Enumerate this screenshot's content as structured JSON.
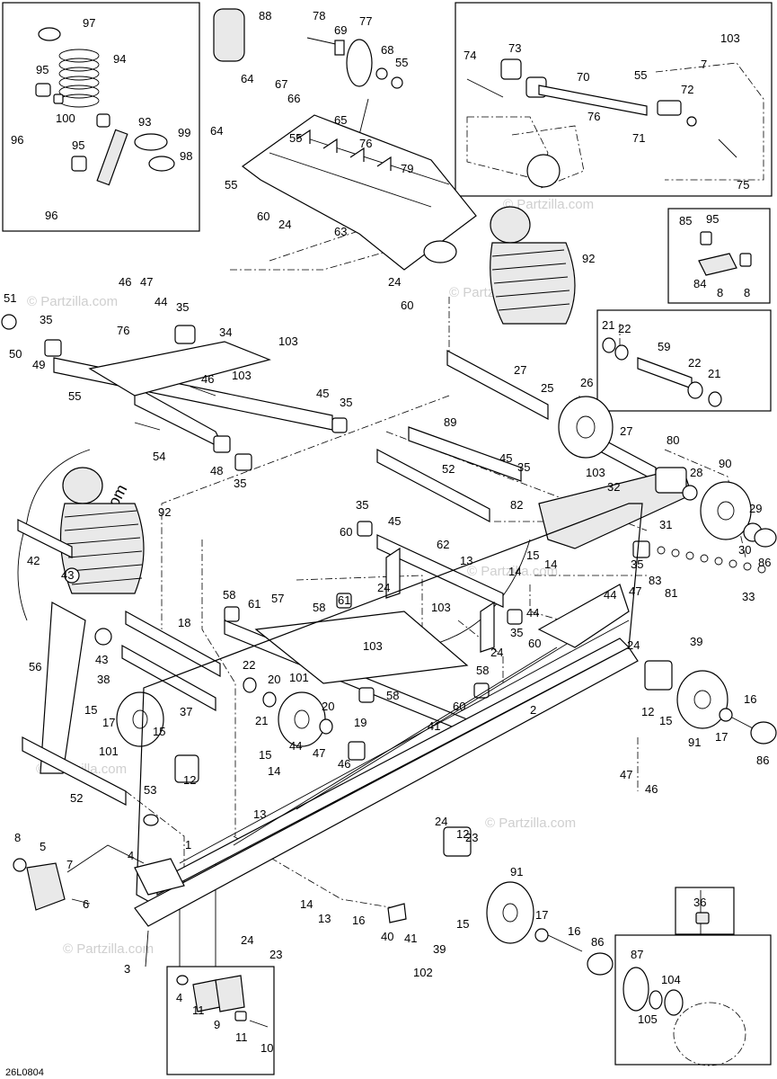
{
  "diagram": {
    "code": "26L0804",
    "watermark": "© Partzilla.com",
    "part_labels": [
      "97",
      "88",
      "78",
      "69",
      "77",
      "68",
      "55",
      "74",
      "73",
      "70",
      "103",
      "7",
      "94",
      "95",
      "100",
      "96",
      "93",
      "99",
      "90",
      "98",
      "64",
      "67",
      "66",
      "65",
      "76",
      "79",
      "60",
      "24",
      "63",
      "72",
      "71",
      "75",
      "85",
      "84",
      "8",
      "92",
      "46",
      "47",
      "44",
      "35",
      "51",
      "50",
      "49",
      "34",
      "54",
      "48",
      "45",
      "27",
      "25",
      "26",
      "21",
      "22",
      "59",
      "89",
      "52",
      "82",
      "32",
      "28",
      "29",
      "30",
      "86",
      "80",
      "31",
      "33",
      "81",
      "83",
      "42",
      "43",
      "56",
      "18",
      "38",
      "37",
      "17",
      "15",
      "101",
      "12",
      "19",
      "20",
      "58",
      "61",
      "57",
      "62",
      "13",
      "14",
      "41",
      "40",
      "39",
      "102",
      "23",
      "16",
      "2",
      "1",
      "4",
      "5",
      "6",
      "9",
      "10",
      "11",
      "3",
      "36",
      "87",
      "104",
      "105",
      "53",
      "91"
    ]
  }
}
